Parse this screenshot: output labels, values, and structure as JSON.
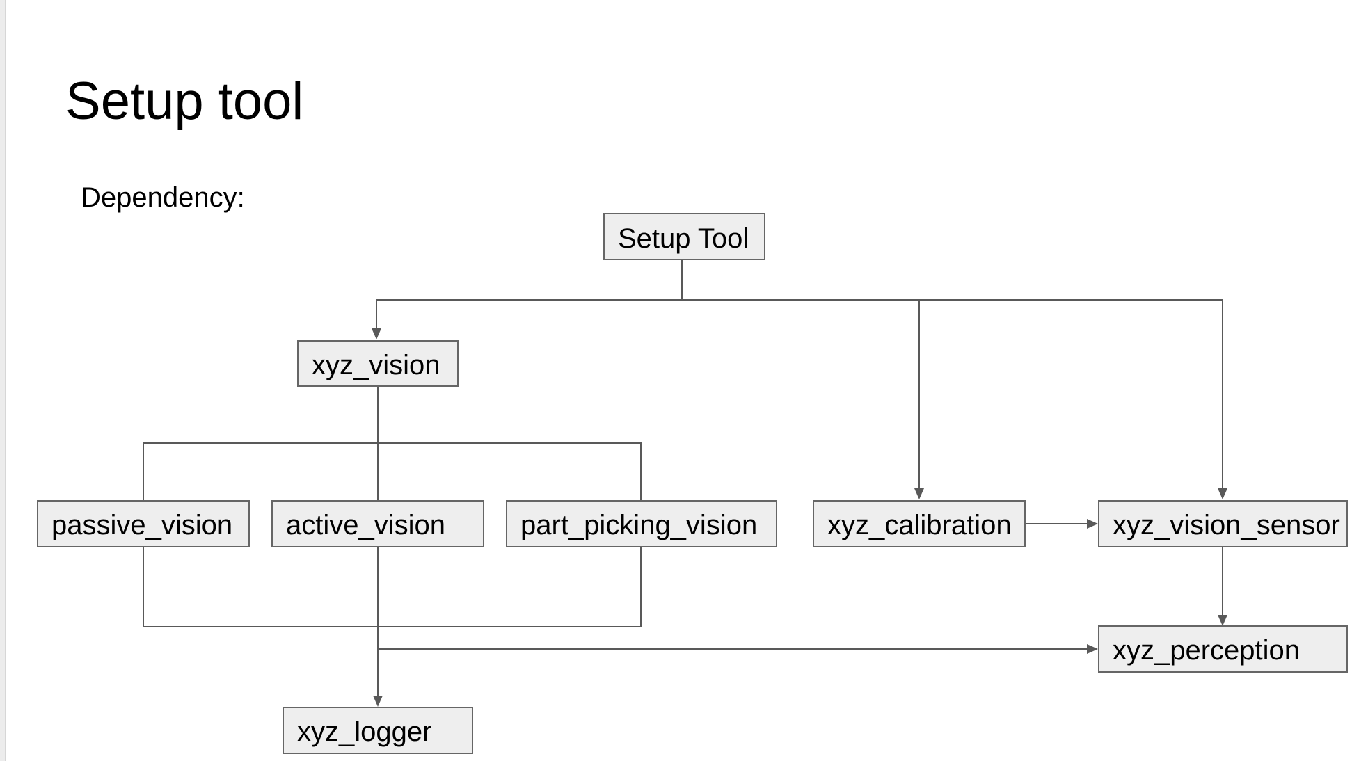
{
  "slide": {
    "title": "Setup tool",
    "subtitle": "Dependency:"
  },
  "diagram": {
    "nodes": {
      "setup_tool": "Setup Tool",
      "xyz_vision": "xyz_vision",
      "passive_vision": "passive_vision",
      "active_vision": "active_vision",
      "part_picking_vision": "part_picking_vision",
      "xyz_calibration": "xyz_calibration",
      "xyz_vision_sensor": "xyz_vision_sensor",
      "xyz_perception": "xyz_perception",
      "xyz_logger": "xyz_logger"
    },
    "edges": [
      [
        "setup_tool",
        "xyz_vision"
      ],
      [
        "setup_tool",
        "xyz_calibration"
      ],
      [
        "setup_tool",
        "xyz_vision_sensor"
      ],
      [
        "xyz_vision",
        "passive_vision"
      ],
      [
        "xyz_vision",
        "active_vision"
      ],
      [
        "xyz_vision",
        "part_picking_vision"
      ],
      [
        "xyz_calibration",
        "xyz_vision_sensor"
      ],
      [
        "xyz_vision_sensor",
        "xyz_perception"
      ],
      [
        "passive_vision",
        "xyz_logger"
      ],
      [
        "active_vision",
        "xyz_logger"
      ],
      [
        "part_picking_vision",
        "xyz_logger"
      ],
      [
        "active_vision",
        "xyz_perception"
      ]
    ],
    "colors": {
      "node_fill": "#eeeeee",
      "node_stroke": "#666666",
      "edge": "#595959"
    }
  }
}
